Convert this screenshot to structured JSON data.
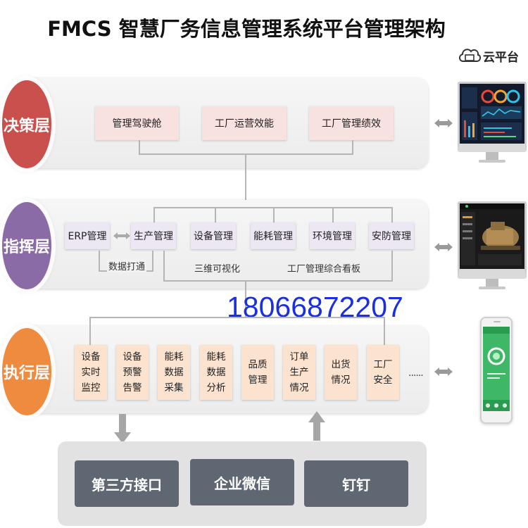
{
  "title": "FMCS 智慧厂务信息管理系统平台管理架构",
  "cloud": {
    "label": "云平台",
    "icon": "cloud-icon"
  },
  "layers": {
    "decision": {
      "label": "决策层",
      "color": "#c9504d",
      "boxes": [
        "管理驾驶舱",
        "工厂运营效能",
        "工厂管理绩效"
      ]
    },
    "command": {
      "label": "指挥层",
      "color": "#8b6ba5",
      "boxes": [
        "ERP管理",
        "生产管理",
        "设备管理",
        "能耗管理",
        "环境管理",
        "安防管理"
      ],
      "note_data": "数据打通",
      "note_3d": "三维可视化",
      "note_board": "工厂管理综合看板"
    },
    "execution": {
      "label": "执行层",
      "color": "#ef8b3f",
      "boxes": [
        {
          "l1": "设备",
          "l2": "实时",
          "l3": "监控"
        },
        {
          "l1": "设备",
          "l2": "预警",
          "l3": "告警"
        },
        {
          "l1": "能耗",
          "l2": "数据",
          "l3": "采集"
        },
        {
          "l1": "能耗",
          "l2": "数据",
          "l3": "分析"
        },
        {
          "l1": "品质",
          "l2": "管理"
        },
        {
          "l1": "订单",
          "l2": "生产",
          "l3": "情况"
        },
        {
          "l1": "出货",
          "l2": "情况"
        },
        {
          "l1": "工厂",
          "l2": "安全"
        }
      ],
      "ellipsis": "......"
    }
  },
  "integrations": [
    "第三方接口",
    "企业微信",
    "钉钉"
  ],
  "overlay_number": "18066872207"
}
